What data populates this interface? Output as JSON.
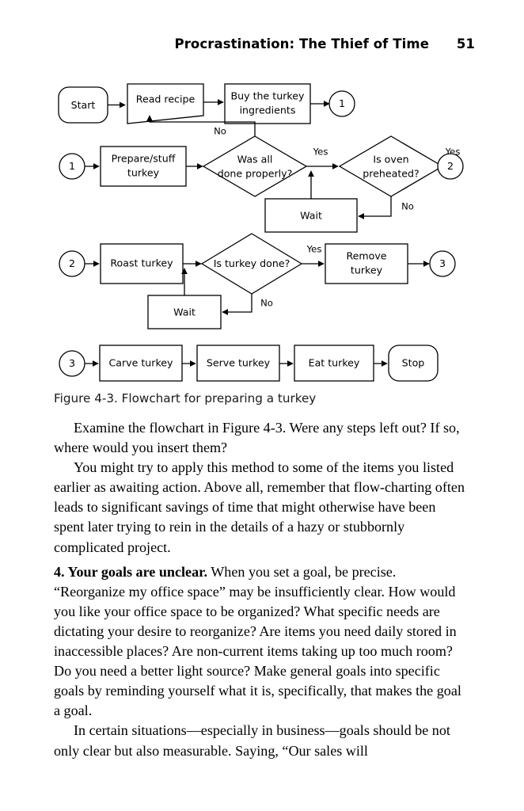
{
  "page": {
    "running_head_title": "Procrastination: The Thief of Time",
    "page_number": "51"
  },
  "figure": {
    "caption": "Figure 4-3. Flowchart for preparing a turkey",
    "nodes": {
      "start": "Start",
      "read_recipe": "Read recipe",
      "buy_line1": "Buy the turkey",
      "buy_line2": "ingredients",
      "conn_1_top": "1",
      "conn_1_left": "1",
      "prepare_line1": "Prepare/stuff",
      "prepare_line2": "turkey",
      "decision_done_line1": "Was all",
      "decision_done_line2": "done properly?",
      "decision_oven_line1": "Is oven",
      "decision_oven_line2": "preheated?",
      "conn_2_right": "2",
      "wait_row2": "Wait",
      "conn_2_left": "2",
      "roast_turkey": "Roast turkey",
      "decision_turkey_done": "Is turkey done?",
      "remove_line1": "Remove",
      "remove_line2": "turkey",
      "conn_3_right": "3",
      "wait_row3": "Wait",
      "conn_3_left": "3",
      "carve_turkey": "Carve turkey",
      "serve_turkey": "Serve turkey",
      "eat_turkey": "Eat turkey",
      "stop": "Stop"
    },
    "edge_labels": {
      "done_no": "No",
      "done_yes": "Yes",
      "oven_yes": "Yes",
      "oven_no": "No",
      "turkey_yes": "Yes",
      "turkey_no": "No"
    },
    "colors": {
      "stroke": "#000000",
      "fill": "#ffffff"
    }
  },
  "body": {
    "para1_a": "Examine the flowchart in Figure 4-3. Were any steps left out? If so, where would you insert them?",
    "para2_a": "You might try to apply this method to some of the items you listed earlier as awaiting action. Above all, remember that flow-charting often leads to significant savings of time that might otherwise have been spent later trying to rein in the details of a hazy or stubbornly complicated project.",
    "para3_bold": "4. Your goals are unclear.",
    "para3_rest": " When you set a goal, be precise. “Reorganize my office space” may be insufficiently clear. How would you like your office space to be organized? What specific needs are dictating your desire to reorganize? Are items you need daily stored in inaccessible places? Are non-current items taking up too much room? Do you need a better light source? Make general goals into specific goals by reminding yourself what it is, specifically, that makes the goal a goal.",
    "para4_a": "In certain situations—especially in business—goals should be not only clear but also measurable. Saying, “Our sales will"
  }
}
